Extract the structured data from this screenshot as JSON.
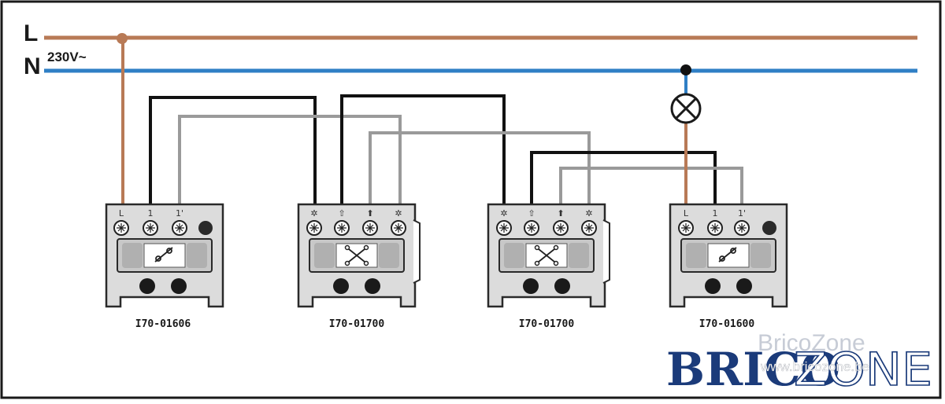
{
  "rails": {
    "live_label": "L",
    "neutral_label": "N",
    "voltage": "230V~"
  },
  "colors": {
    "live": "#b87a56",
    "neutral": "#2f7fc5",
    "wire_black": "#111111",
    "wire_gray": "#9a9a9a",
    "logo_blue": "#1b3b7a"
  },
  "switches": [
    {
      "model": "I70-01606",
      "kind": "two-way",
      "terminals": [
        "L",
        "1",
        "1'",
        ""
      ]
    },
    {
      "model": "I70-01700",
      "kind": "intermediate",
      "terminals": [
        "✲",
        "⇧",
        "⬆",
        "✲"
      ]
    },
    {
      "model": "I70-01700",
      "kind": "intermediate",
      "terminals": [
        "✲",
        "⇧",
        "⬆",
        "✲"
      ]
    },
    {
      "model": "I70-01600",
      "kind": "two-way",
      "terminals": [
        "L",
        "1",
        "1'",
        ""
      ]
    }
  ],
  "lamp": {
    "icon": "lamp-icon"
  },
  "watermark": {
    "title": "BricoZone",
    "url": "www.bricozone.be",
    "logo_part1": "BRICO",
    "logo_part2": "ZONE"
  }
}
